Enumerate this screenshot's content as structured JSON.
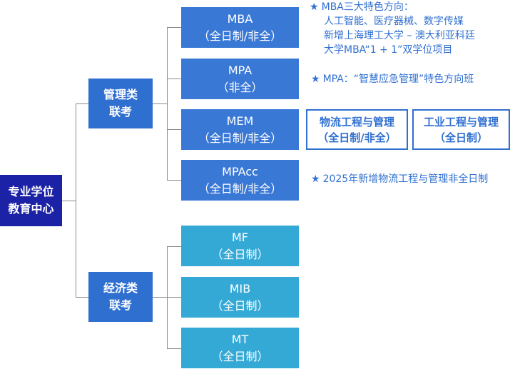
{
  "root": {
    "line1": "专业学位",
    "line2": "教育中心"
  },
  "categories": [
    {
      "line1": "管理类",
      "line2": "联考"
    },
    {
      "line1": "经济类",
      "line2": "联考"
    }
  ],
  "programs": [
    {
      "name": "MBA",
      "mode": "（全日制/非全）"
    },
    {
      "name": "MPA",
      "mode": "（非全）"
    },
    {
      "name": "MEM",
      "mode": "（全日制/非全）"
    },
    {
      "name": "MPAcc",
      "mode": "（全日制/非全）"
    },
    {
      "name": "MF",
      "mode": "（全日制）"
    },
    {
      "name": "MIB",
      "mode": "（全日制）"
    },
    {
      "name": "MT",
      "mode": "（全日制）"
    }
  ],
  "mem_tracks": [
    {
      "name": "物流工程与管理",
      "mode": "（全日制/非全）"
    },
    {
      "name": "工业工程与管理",
      "mode": "（全日制）"
    }
  ],
  "notes": {
    "star": "★",
    "mba": [
      "MBA三大特色方向：",
      "人工智能、医疗器械、数字传媒",
      "新增上海理工大学 – 澳大利亚科廷",
      "大学MBA“1 + 1”双学位项目"
    ],
    "mpa": "MPA：“智慧应急管理”特色方向班",
    "mpacc": "2025年新增物流工程与管理非全日制"
  }
}
